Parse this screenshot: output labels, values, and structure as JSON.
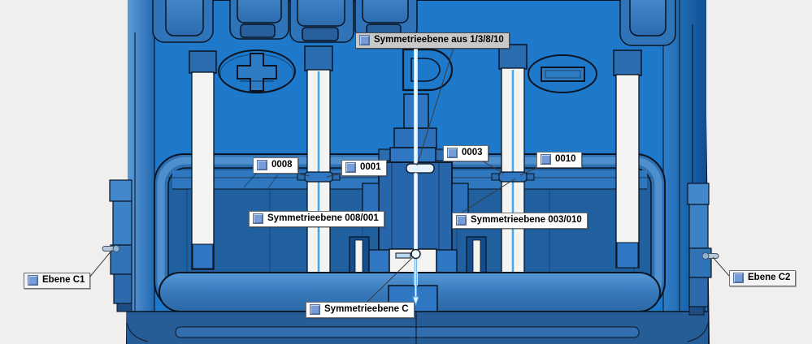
{
  "viewport": {
    "background": "#f0efee",
    "part_colors": {
      "body": "#1e79cb",
      "recess": "#20609f",
      "bottom_band": "#275d96",
      "slot": "#f4f4f2",
      "plane_edge": "#47a3ea",
      "outline": "#0a1422",
      "callout_icon": "#779dd9"
    }
  },
  "callouts": [
    {
      "id": "sym-plane-1-3-8-10",
      "text": "Symmetrieebene aus 1/3/8/10",
      "variant": "gray"
    },
    {
      "id": "rod-0008",
      "text": "0008",
      "variant": "white"
    },
    {
      "id": "rod-0001",
      "text": "0001",
      "variant": "white"
    },
    {
      "id": "rod-0003",
      "text": "0003",
      "variant": "white"
    },
    {
      "id": "rod-0010",
      "text": "0010",
      "variant": "white"
    },
    {
      "id": "sym-plane-008-001",
      "text": "Symmetrieebene 008/001",
      "variant": "white"
    },
    {
      "id": "sym-plane-003-010",
      "text": "Symmetrieebene 003/010",
      "variant": "white"
    },
    {
      "id": "ebene-c1",
      "text": "Ebene C1",
      "variant": "lt"
    },
    {
      "id": "ebene-c2",
      "text": "Ebene C2",
      "variant": "lt"
    },
    {
      "id": "sym-plane-c",
      "text": "Symmetrieebene C",
      "variant": "white"
    }
  ]
}
